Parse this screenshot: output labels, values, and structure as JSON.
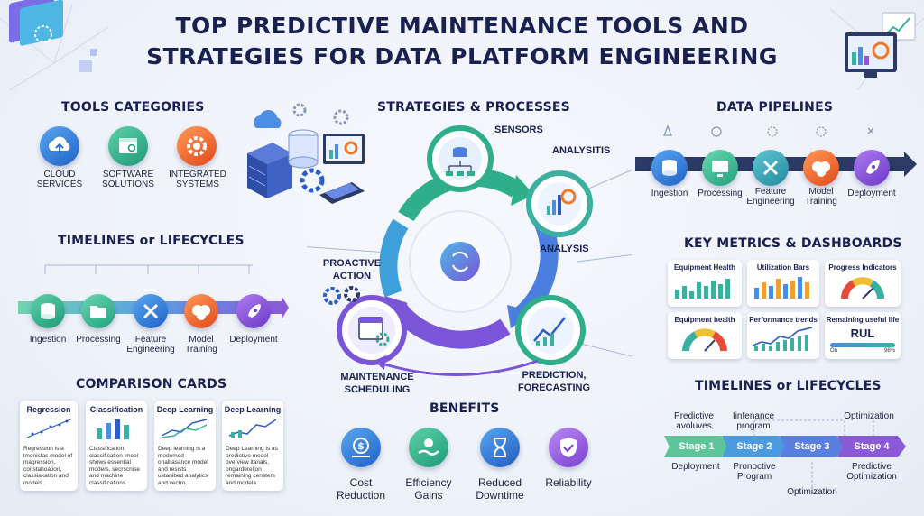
{
  "title_line1": "TOP PREDICTIVE MAINTENANCE TOOLS AND",
  "title_line2": "STRATEGIES FOR DATA PLATFORM ENGINEERING",
  "tools": {
    "heading": "TOOLS CATEGORIES",
    "items": [
      {
        "line1": "CLOUD",
        "line2": "SERVICES",
        "icon": "cloud-upload-icon",
        "color": "#2b7de0"
      },
      {
        "line1": "SOFTWARE",
        "line2": "SOLUTIONS",
        "icon": "software-window-icon",
        "color": "#27b08c"
      },
      {
        "line1": "INTEGRATED",
        "line2": "SYSTEMS",
        "icon": "gear-icon",
        "color": "#f06a2f"
      }
    ]
  },
  "timelines_left": {
    "heading": "TIMELINES or LIFECYCLES",
    "stages": [
      {
        "line1": "Ingestion",
        "line2": "",
        "icon": "database-icon",
        "color": "#27a88f"
      },
      {
        "line1": "Processing",
        "line2": "",
        "icon": "folder-icon",
        "color": "#2eb08a"
      },
      {
        "line1": "Feature",
        "line2": "Engineering",
        "icon": "tools-icon",
        "color": "#2e8fd8"
      },
      {
        "line1": "Model",
        "line2": "Training",
        "icon": "brain-icon",
        "color": "#f07a2a"
      },
      {
        "line1": "Deployment",
        "line2": "",
        "icon": "rocket-icon",
        "color": "#8a4fd6"
      }
    ]
  },
  "comparison": {
    "heading": "COMPARISON CARDS",
    "cards": [
      {
        "title": "Regression",
        "text": "Regression is a lmonistas model of magression, constahoation, classiakation and models."
      },
      {
        "title": "Classification",
        "text": "Classification classification imool shows essential moders, secrscnise and machine classifications."
      },
      {
        "title": "Deep Learning",
        "text": "Deep learning is a modemed onalliasance model and resists ustanibed analytics and vectro."
      },
      {
        "title": "Deep Learning",
        "text": "Deep Learning is as predictive model overview itanals, ongarderelion remaining censters and modela."
      }
    ]
  },
  "strategies": {
    "heading": "STRATEGIES & PROCESSES",
    "labels": {
      "sensors": "SENSORS",
      "analysis_top": "ANALYSITIS",
      "analysis": "ANALYSIS",
      "proactive_1": "PROACTIVE",
      "proactive_2": "ACTION",
      "maintenance_1": "MAINTENANCE",
      "maintenance_2": "SCHEDULING",
      "prediction_1": "PREDICTION,",
      "prediction_2": "FORECASTING"
    }
  },
  "benefits": {
    "heading": "BENEFITS",
    "items": [
      {
        "line1": "Cost",
        "line2": "Reduction",
        "icon": "dollar-icon",
        "color": "#2f7fd4"
      },
      {
        "line1": "Efficiency",
        "line2": "Gains",
        "icon": "hand-coin-icon",
        "color": "#2fb07a"
      },
      {
        "line1": "Reduced",
        "line2": "Downtime",
        "icon": "hourglass-icon",
        "color": "#2f78d0"
      },
      {
        "line1": "Reliability",
        "line2": "",
        "icon": "shield-check-icon",
        "color": "#9a55d8"
      }
    ]
  },
  "pipelines": {
    "heading": "DATA PIPELINES",
    "stages": [
      {
        "line1": "Ingestion",
        "line2": "",
        "icon": "database-icon",
        "color": "#2f8fd8"
      },
      {
        "line1": "Processing",
        "line2": "",
        "icon": "monitor-icon",
        "color": "#2eb08a"
      },
      {
        "line1": "Feature",
        "line2": "Engineering",
        "icon": "tools-icon",
        "color": "#2e9bb0"
      },
      {
        "line1": "Model",
        "line2": "Training",
        "icon": "brain-icon",
        "color": "#f07a2a"
      },
      {
        "line1": "Deployment",
        "line2": "",
        "icon": "rocket-icon",
        "color": "#8a4fd6"
      }
    ]
  },
  "metrics": {
    "heading": "KEY METRICS & DASHBOARDS",
    "panels": [
      {
        "title": "Equipment Health",
        "kind": "bars"
      },
      {
        "title": "Utilization Bars",
        "kind": "bars"
      },
      {
        "title": "Progress Indicators",
        "kind": "gauge"
      },
      {
        "title": "Equipment health",
        "kind": "gauge"
      },
      {
        "title": "Performance trends",
        "kind": "line"
      },
      {
        "title": "Remaining useful life",
        "kind": "rul",
        "big": "RUL",
        "left": "On",
        "right": "98%"
      }
    ]
  },
  "timelines_right": {
    "heading": "TIMELINES or LIFECYCLES",
    "top_labels": [
      {
        "line1": "Predictive",
        "line2": "avoluves"
      },
      {
        "line1": "Iinfenance",
        "line2": "program"
      },
      {
        "line1": "",
        "line2": ""
      },
      {
        "line1": "Optimization",
        "line2": ""
      }
    ],
    "stages": [
      {
        "label": "Stage 1",
        "color": "#5cc69a"
      },
      {
        "label": "Stage 2",
        "color": "#4a9be0"
      },
      {
        "label": "Stage 3",
        "color": "#5a7fe0"
      },
      {
        "label": "Stage 4",
        "color": "#8a5ad8"
      }
    ],
    "bottom_labels": [
      {
        "line1": "Deployment",
        "line2": ""
      },
      {
        "line1": "Pronoctive",
        "line2": "Program"
      },
      {
        "line1": "",
        "line2": ""
      },
      {
        "line1": "Predictive",
        "line2": "Optimization"
      }
    ],
    "extra_bottom": "Optimization"
  },
  "colors": {
    "navy": "#1a2151",
    "teal": "#27b08c",
    "blue": "#2b7de0",
    "purple": "#8a4fd6",
    "orange": "#f06a2f"
  }
}
